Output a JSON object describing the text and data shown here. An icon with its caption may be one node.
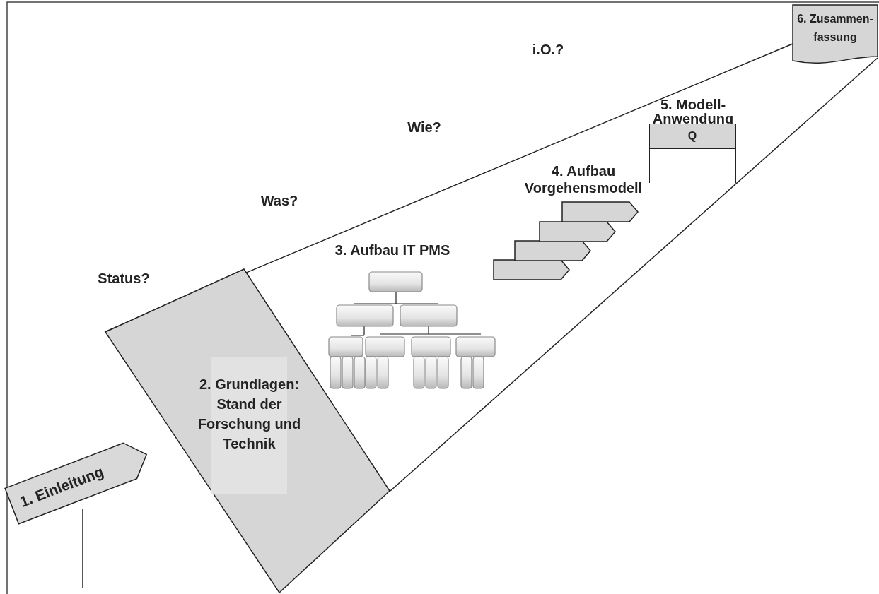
{
  "diagram": {
    "nodes": [
      {
        "text": [
          "1. Einleitung"
        ]
      },
      {
        "text": [
          "2. Grundlagen: Stand der Forschung und Technik"
        ]
      },
      {
        "text": [
          "5. Modell- Anwendung",
          "Q"
        ]
      },
      {
        "text": [
          "6. Zusammen- fassung"
        ]
      }
    ],
    "labels": [
      "i.O.?",
      "Wie?",
      "Was?",
      "Status?",
      "4. Aufbau Vorgehensmodell",
      "3. Aufbau IT PMS"
    ]
  }
}
